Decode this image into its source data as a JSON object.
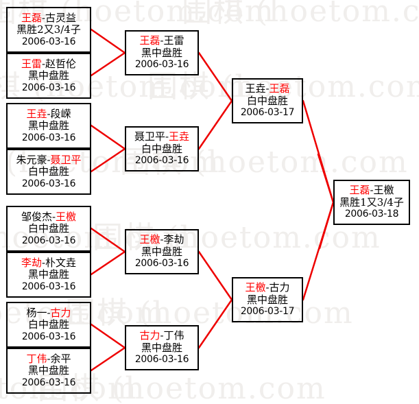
{
  "watermark": {
    "text": "围棋 (hoetom.com",
    "color": "#f0eeec"
  },
  "colors": {
    "winner": "#ff0000",
    "connector": "#ee0000",
    "box_border": "#000000",
    "text": "#000000",
    "background": "#ffffff"
  },
  "bracket": {
    "rounds": [
      {
        "name": "round-of-16",
        "matches": [
          {
            "left_player": "王磊",
            "right_player": "古灵益",
            "winner": "left",
            "result": "黑胜2又3/4子",
            "date": "2006-03-16"
          },
          {
            "left_player": "王雷",
            "right_player": "赵哲伦",
            "winner": "left",
            "result": "黑中盘胜",
            "date": "2006-03-16"
          },
          {
            "left_player": "王垚",
            "right_player": "段嵘",
            "winner": "left",
            "result": "黑中盘胜",
            "date": "2006-03-16"
          },
          {
            "left_player": "朱元豪",
            "right_player": "聂卫平",
            "winner": "right",
            "result": "白中盘胜",
            "date": "2006-03-16"
          },
          {
            "left_player": "邹俊杰",
            "right_player": "王檄",
            "winner": "right",
            "result": "白中盘胜",
            "date": "2006-03-16"
          },
          {
            "left_player": "李劫",
            "right_player": "朴文垚",
            "winner": "left",
            "result": "黑中盘胜",
            "date": "2006-03-16"
          },
          {
            "left_player": "杨一",
            "right_player": "古力",
            "winner": "right",
            "result": "白中盘胜",
            "date": "2006-03-16"
          },
          {
            "left_player": "丁伟",
            "right_player": "余平",
            "winner": "left",
            "result": "黑中盘胜",
            "date": "2006-03-16"
          }
        ]
      },
      {
        "name": "quarter-finals",
        "matches": [
          {
            "left_player": "王磊",
            "right_player": "王雷",
            "winner": "left",
            "result": "黑中盘胜",
            "date": "2006-03-16"
          },
          {
            "left_player": "聂卫平",
            "right_player": "王垚",
            "winner": "right",
            "result": "白中盘胜",
            "date": "2006-03-16"
          },
          {
            "left_player": "王檄",
            "right_player": "李劫",
            "winner": "left",
            "result": "黑中盘胜",
            "date": "2006-03-16"
          },
          {
            "left_player": "古力",
            "right_player": "丁伟",
            "winner": "left",
            "result": "黑中盘胜",
            "date": "2006-03-16"
          }
        ]
      },
      {
        "name": "semi-finals",
        "matches": [
          {
            "left_player": "王垚",
            "right_player": "王磊",
            "winner": "right",
            "result": "白中盘胜",
            "date": "2006-03-17"
          },
          {
            "left_player": "王檄",
            "right_player": "古力",
            "winner": "left",
            "result": "黑中盘胜",
            "date": "2006-03-17"
          }
        ]
      },
      {
        "name": "final",
        "matches": [
          {
            "left_player": "王磊",
            "right_player": "王檄",
            "winner": "left",
            "result": "黑胜1又3/4子",
            "date": "2006-03-18"
          }
        ]
      }
    ]
  }
}
